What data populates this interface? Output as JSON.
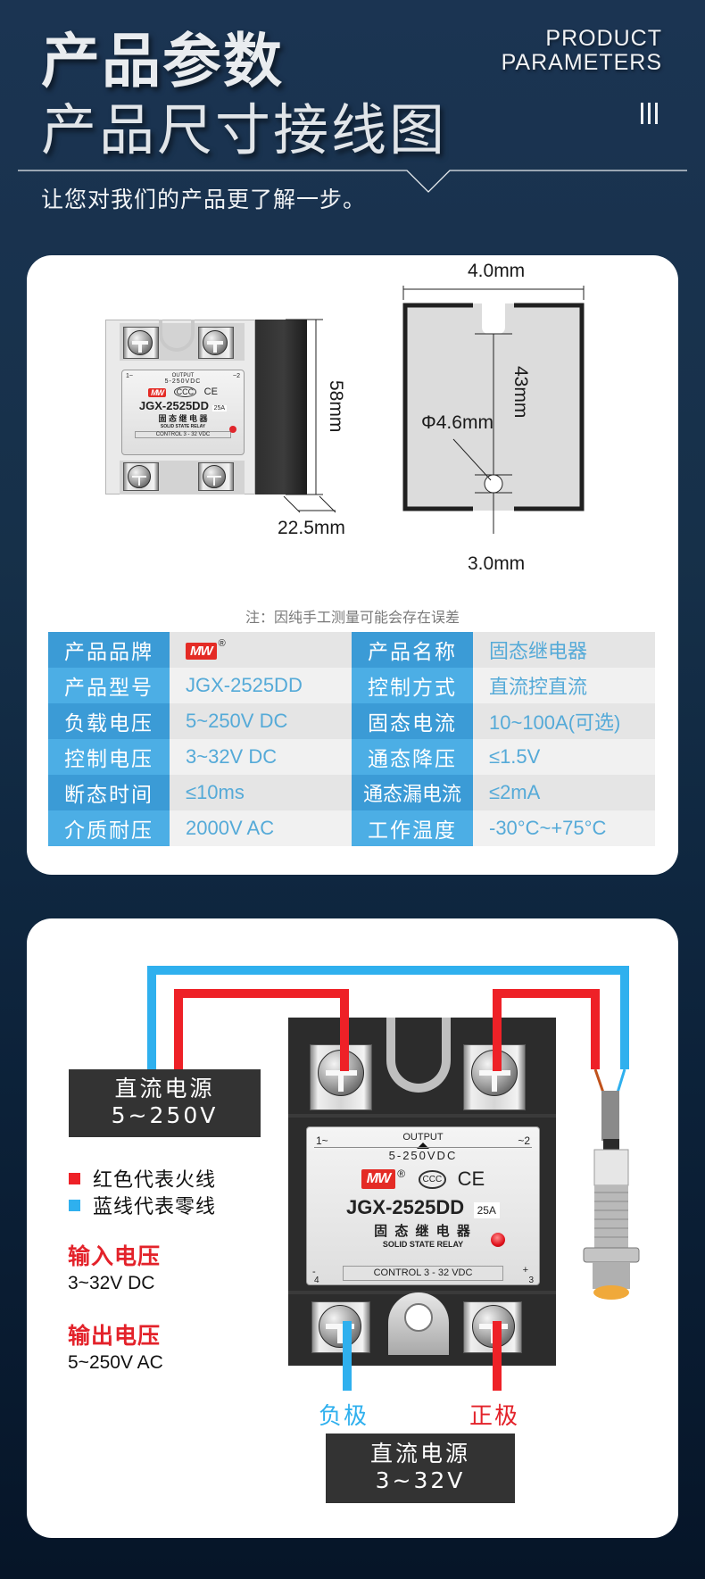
{
  "header": {
    "title_line1": "产品参数",
    "title_line2": "产品尺寸接线图",
    "english_title_line1": "PRODUCT",
    "english_title_line2": "PARAMETERS",
    "subtitle": "让您对我们的产品更了解一步。"
  },
  "dimensions": {
    "height": "58mm",
    "depth": "22.5mm",
    "top_width": "4.0mm",
    "hole_spacing": "43mm",
    "hole_diameter": "Φ4.6mm",
    "bottom_width": "3.0mm"
  },
  "relay_label": {
    "terminal_1": "1~",
    "terminal_2": "~2",
    "terminal_3": "3",
    "terminal_4": "4",
    "plus": "+",
    "minus": "-",
    "output": "OUTPUT",
    "output_voltage": "5-250VDC",
    "brand": "MW",
    "registered": "®",
    "ccc": "CCC",
    "ce": "CE",
    "model": "JGX-2525DD",
    "current": "25A",
    "name_cn": "固 态 继 电 器",
    "name_en": "SOLID STATE RELAY",
    "control": "CONTROL 3 - 32 VDC"
  },
  "note": "注：因纯手工测量可能会存在误差",
  "specs": {
    "rows": [
      {
        "k1": "产品品牌",
        "v1": "",
        "k2": "产品名称",
        "v2": "固态继电器"
      },
      {
        "k1": "产品型号",
        "v1": "JGX-2525DD",
        "k2": "控制方式",
        "v2": "直流控直流"
      },
      {
        "k1": "负载电压",
        "v1": "5~250V DC",
        "k2": "固态电流",
        "v2": "10~100A(可选)"
      },
      {
        "k1": "控制电压",
        "v1": "3~32V DC",
        "k2": "通态降压",
        "v2": "≤1.5V"
      },
      {
        "k1": "断态时间",
        "v1": "≤10ms",
        "k2": "通态漏电流",
        "v2": "≤2mA"
      },
      {
        "k1": "介质耐压",
        "v1": "2000V AC",
        "k2": "工作温度",
        "v2": "-30°C~+75°C"
      }
    ],
    "brand_logo": "MW",
    "brand_registered": "®"
  },
  "wiring": {
    "load_supply_title": "直流电源",
    "load_supply_value": "5~250V",
    "legend": [
      {
        "color": "#ee2127",
        "label": "红色代表火线"
      },
      {
        "color": "#2fb0ee",
        "label": "蓝线代表零线"
      }
    ],
    "input_voltage_title": "输入电压",
    "input_voltage_value": "3~32V DC",
    "output_voltage_title": "输出电压",
    "output_voltage_value": "5~250V AC",
    "negative_label": "负极",
    "positive_label": "正极",
    "control_supply_title": "直流电源",
    "control_supply_value": "3~32V"
  },
  "colors": {
    "live_wire": "#ee2127",
    "neutral_wire": "#2fb0ee",
    "table_header": "#3b9bd6",
    "table_value_text": "#55aad8",
    "background": "#163049"
  }
}
